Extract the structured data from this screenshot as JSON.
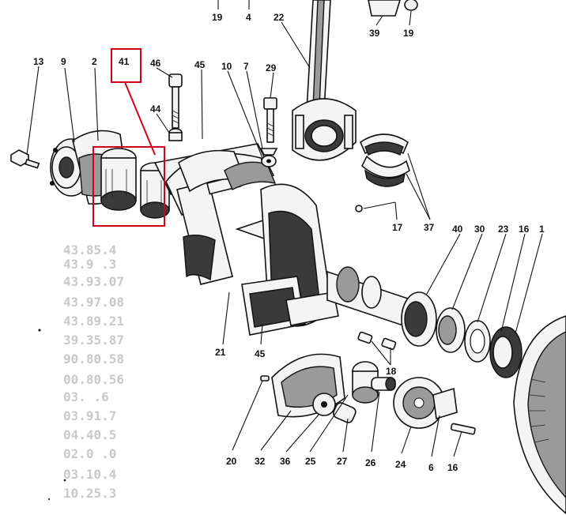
{
  "diagram": {
    "callouts": [
      {
        "id": "c13",
        "label": "13"
      },
      {
        "id": "c9",
        "label": "9"
      },
      {
        "id": "c2",
        "label": "2"
      },
      {
        "id": "c41",
        "label": "41"
      },
      {
        "id": "c46",
        "label": "46"
      },
      {
        "id": "c44",
        "label": "44"
      },
      {
        "id": "c45a",
        "label": "45"
      },
      {
        "id": "c10",
        "label": "10"
      },
      {
        "id": "c7",
        "label": "7"
      },
      {
        "id": "c29",
        "label": "29"
      },
      {
        "id": "c19a",
        "label": "19"
      },
      {
        "id": "c4",
        "label": "4"
      },
      {
        "id": "c22",
        "label": "22"
      },
      {
        "id": "c39",
        "label": "39"
      },
      {
        "id": "c19b",
        "label": "19"
      },
      {
        "id": "c37",
        "label": "37"
      },
      {
        "id": "c17",
        "label": "17"
      },
      {
        "id": "c40",
        "label": "40"
      },
      {
        "id": "c30",
        "label": "30"
      },
      {
        "id": "c23",
        "label": "23"
      },
      {
        "id": "c16a",
        "label": "16"
      },
      {
        "id": "c1",
        "label": "1"
      },
      {
        "id": "c21",
        "label": "21"
      },
      {
        "id": "c45b",
        "label": "45"
      },
      {
        "id": "c18",
        "label": "18"
      },
      {
        "id": "c20",
        "label": "20"
      },
      {
        "id": "c32",
        "label": "32"
      },
      {
        "id": "c36",
        "label": "36"
      },
      {
        "id": "c25",
        "label": "25"
      },
      {
        "id": "c27",
        "label": "27"
      },
      {
        "id": "c26",
        "label": "26"
      },
      {
        "id": "c24",
        "label": "24"
      },
      {
        "id": "c6",
        "label": "6"
      },
      {
        "id": "c16b",
        "label": "16"
      }
    ],
    "bleed_through_rows": [
      "43.85.4",
      "43.9  .3",
      "43.93.07",
      "43.97.08",
      "43.89.21",
      "39.35.87",
      "90.80.58",
      "00.80.56",
      "03.  .6",
      "03.91.7",
      "04.40.5",
      "02.0 .0",
      "03.10.4",
      "10.25.3"
    ],
    "highlight": {
      "target": "41",
      "color": "#d0021b"
    }
  }
}
